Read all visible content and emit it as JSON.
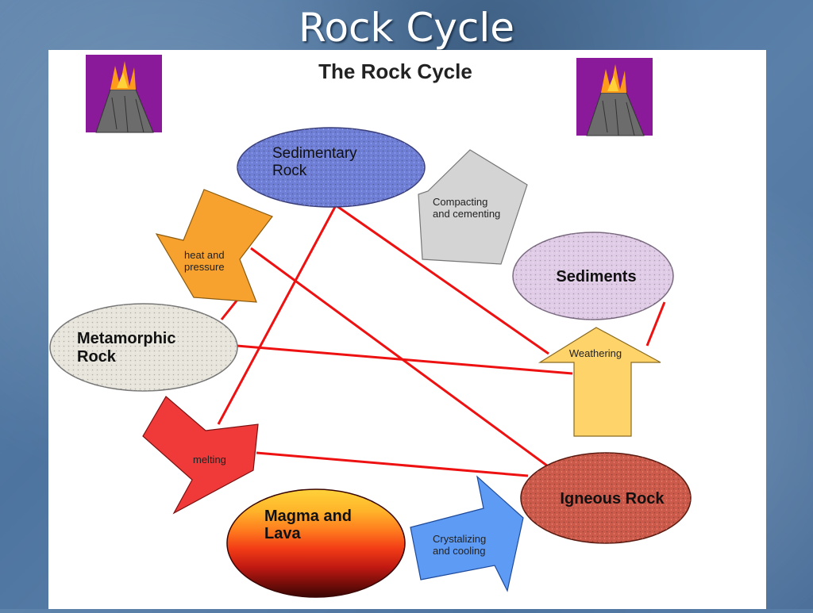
{
  "slide": {
    "title": "Rock Cycle"
  },
  "diagram": {
    "title": "The Rock Cycle",
    "nodes": {
      "sedimentary": {
        "line1": "Sedimentary",
        "line2": "Rock"
      },
      "sediments": {
        "label": "Sediments"
      },
      "metamorphic": {
        "line1": "Metamorphic",
        "line2": "Rock"
      },
      "magma": {
        "line1": "Magma and",
        "line2": "Lava"
      },
      "igneous": {
        "label": "Igneous Rock"
      }
    },
    "arrows": {
      "heat": {
        "line1": "heat and",
        "line2": "pressure"
      },
      "compact": {
        "line1": "Compacting",
        "line2": "and cementing"
      },
      "weathering": {
        "label": "Weathering"
      },
      "melting": {
        "label": "melting"
      },
      "crystal": {
        "line1": "Crystalizing",
        "line2": "and cooling"
      }
    },
    "colors": {
      "sedimentary": "#6f7fd6",
      "sediments": "#e0cce6",
      "metamorphic": "#e8e6dc",
      "igneous": "#cc5a4a",
      "heat_arrow": "#f7a12f",
      "compact_arrow": "#d4d4d4",
      "weathering_arrow": "#fdd36a",
      "melting_arrow": "#f03a3a",
      "crystal_arrow": "#5e9bf5",
      "connector_lines": "#ee1111"
    }
  }
}
